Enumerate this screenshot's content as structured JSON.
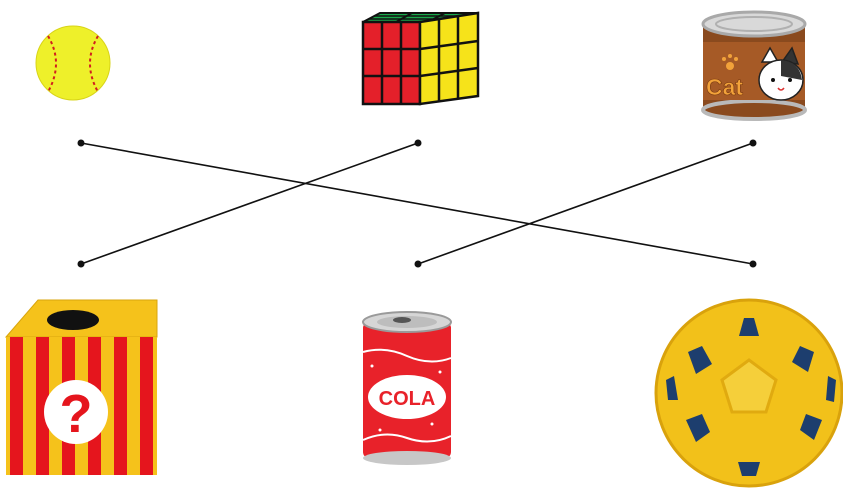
{
  "top_items": [
    {
      "id": "softball",
      "icon": "softball-icon"
    },
    {
      "id": "cube",
      "icon": "rubiks-cube-icon"
    },
    {
      "id": "catfood",
      "icon": "cat-food-can-icon",
      "label": "Cat"
    }
  ],
  "bottom_items": [
    {
      "id": "mystery",
      "icon": "mystery-box-icon",
      "label": "?"
    },
    {
      "id": "cola",
      "icon": "cola-can-icon",
      "label": "COLA"
    },
    {
      "id": "soccer",
      "icon": "soccer-ball-icon"
    }
  ],
  "connections": [
    {
      "from": "softball",
      "to": "soccer"
    },
    {
      "from": "cube",
      "to": "mystery"
    },
    {
      "from": "catfood",
      "to": "cola"
    }
  ],
  "colors": {
    "line": "#111111",
    "softball": "#eef02a",
    "cube_red": "#e4202a",
    "cube_yellow": "#f6e31a",
    "cube_green": "#1aa84a",
    "can_brown": "#8a4a1e",
    "box_red": "#e5151d",
    "box_yellow": "#f5c21b",
    "cola_red": "#e8222a",
    "ball_yellow": "#f2c11a",
    "ball_blue": "#1d3e6e"
  }
}
